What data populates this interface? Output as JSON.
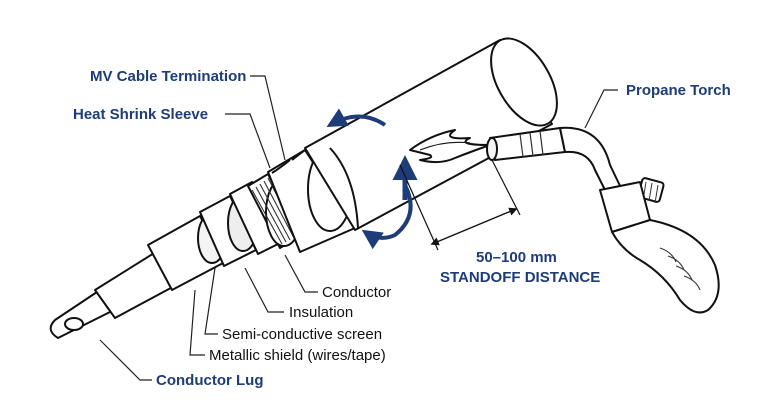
{
  "labels": {
    "mv_cable_termination": "MV Cable Termination",
    "heat_shrink_sleeve": "Heat Shrink Sleeve",
    "propane_torch": "Propane Torch",
    "conductor": "Conductor",
    "insulation": "Insulation",
    "semi_conductive_screen": "Semi-conductive screen",
    "metallic_shield": "Metallic shield (wires/tape)",
    "conductor_lug": "Conductor Lug",
    "standoff_value": "50–100 mm",
    "standoff_caption": "STANDOFF DISTANCE"
  },
  "colors": {
    "accent": "#1d3c78",
    "outline": "#111111",
    "fill": "#ffffff",
    "shade": "#e6e6e6",
    "flame": "#ffffff"
  },
  "icons": {
    "rotation": "curved-rotation-arrow-icon",
    "flame": "flame-icon",
    "dimension": "double-headed-arrow-icon"
  }
}
